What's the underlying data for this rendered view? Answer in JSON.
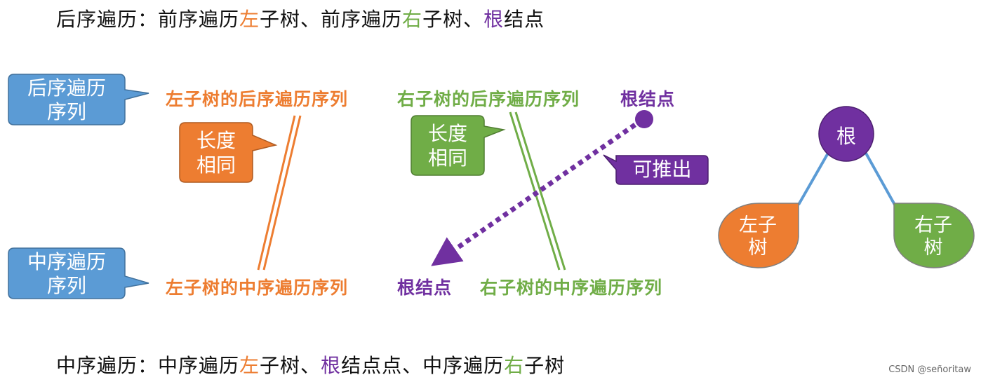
{
  "postorder_rule": {
    "prefix": "后序遍历：前序遍历",
    "left": "左",
    "mid1": "子树、前序遍历",
    "right": "右",
    "mid2": "子树、",
    "root": "根",
    "suffix": "结点"
  },
  "inorder_rule": {
    "prefix": "中序遍历：中序遍历",
    "left": "左",
    "mid1": "子树、",
    "root": "根",
    "mid2": "结点点、中序遍历",
    "right": "右",
    "suffix": "子树"
  },
  "callouts": {
    "postorder_seq_line1": "后序遍历",
    "postorder_seq_line2": "序列",
    "inorder_seq_line1": "中序遍历",
    "inorder_seq_line2": "序列",
    "same_len_1_line1": "长度",
    "same_len_1_line2": "相同",
    "same_len_2_line1": "长度",
    "same_len_2_line2": "相同",
    "derive": "可推出"
  },
  "post_sequence": {
    "left": "左子树的后序遍历序列",
    "right": "右子树的后序遍历序列",
    "root": "根结点"
  },
  "in_sequence": {
    "left": "左子树的中序遍历序列",
    "root": "根结点",
    "right": "右子树的中序遍历序列"
  },
  "tree": {
    "root": "根",
    "left_line1": "左子",
    "left_line2": "树",
    "right_line1": "右子",
    "right_line2": "树"
  },
  "watermark": "CSDN @señoritaw",
  "colors": {
    "orange": "#ED7D31",
    "green": "#70AD47",
    "purple": "#7030A0",
    "blue": "#5B9BD5"
  }
}
